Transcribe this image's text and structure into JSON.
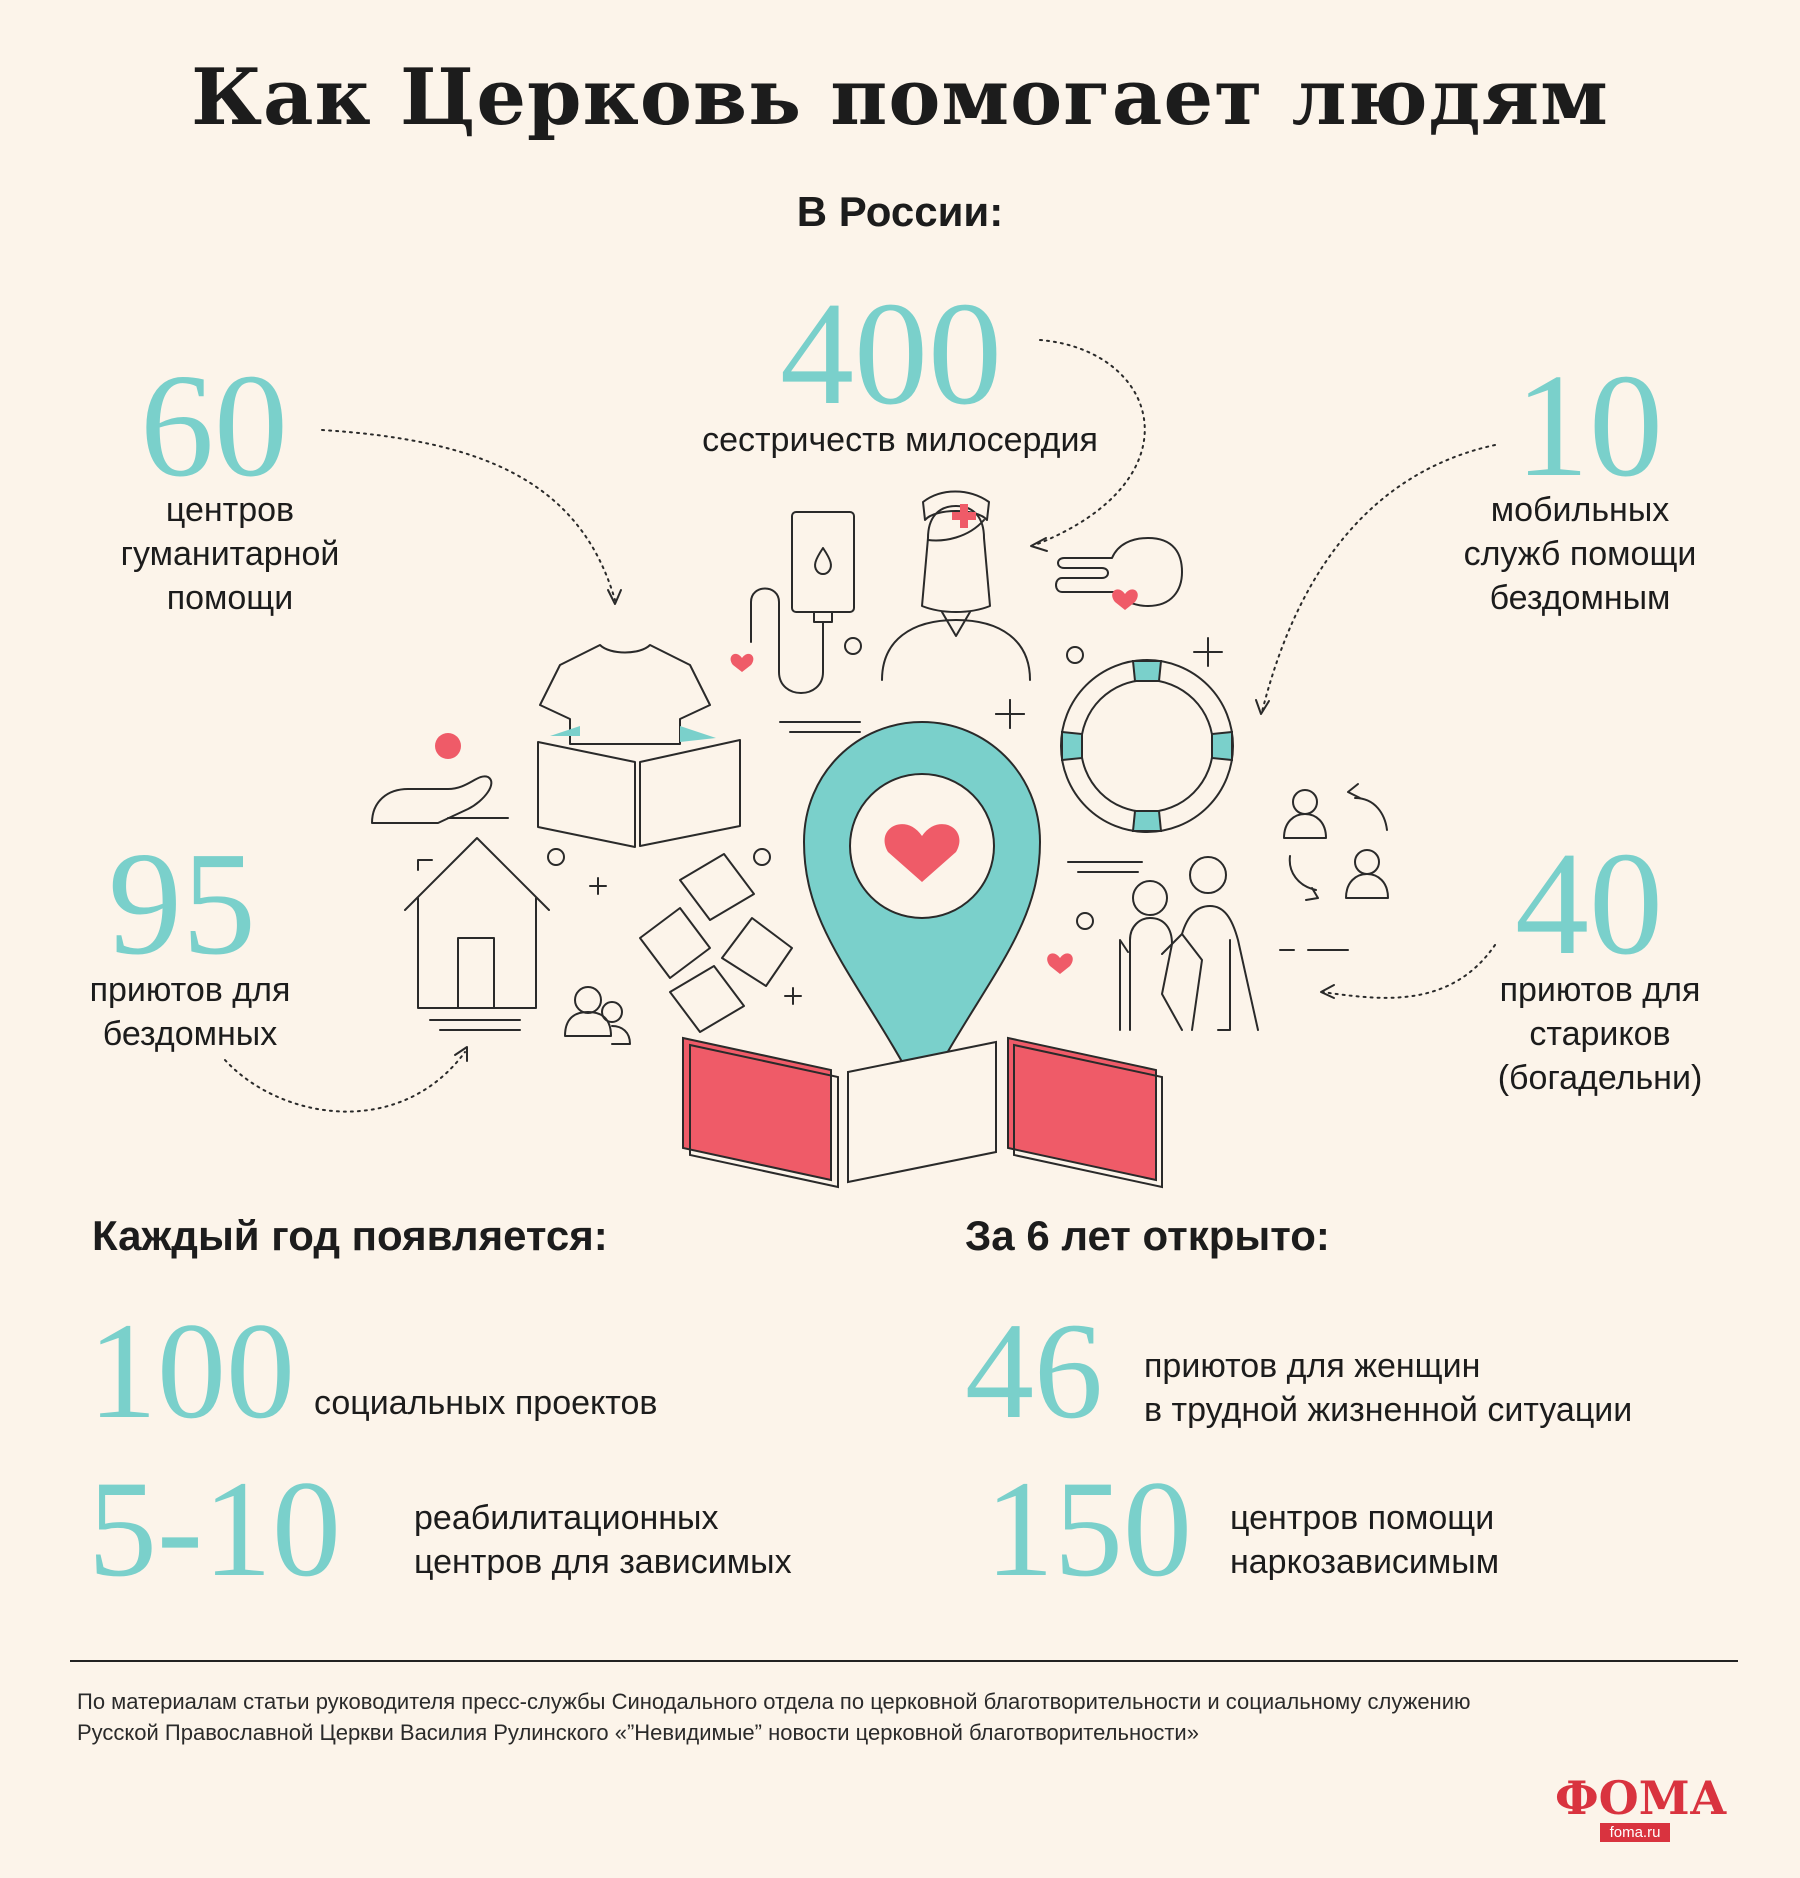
{
  "title": "Как Церковь помогает людям",
  "russia_heading": "В России:",
  "stats": {
    "mercy_sisterhoods": {
      "value": "400",
      "label": "сестричеств милосердия"
    },
    "aid_centers": {
      "value": "60",
      "label_lines": [
        "центров",
        "гуманитарной",
        "помощи"
      ]
    },
    "mobile_services": {
      "value": "10",
      "label_lines": [
        "мобильных",
        "служб помощи",
        "бездомным"
      ]
    },
    "homeless_shelters": {
      "value": "95",
      "label_lines": [
        "приютов для",
        "бездомных"
      ]
    },
    "elderly_shelters": {
      "value": "40",
      "label_lines": [
        "приютов для",
        "стариков",
        "(богадельни)"
      ]
    }
  },
  "yearly": {
    "heading": "Каждый год появляется:",
    "items": [
      {
        "value": "100",
        "label_lines": [
          "социальных проектов"
        ]
      },
      {
        "value": "5-10",
        "label_lines": [
          "реабилитационных",
          "центров для зависимых"
        ]
      }
    ]
  },
  "six_years": {
    "heading": "За 6 лет открыто:",
    "items": [
      {
        "value": "46",
        "label_lines": [
          "приютов для женщин",
          "в трудной жизненной ситуации"
        ]
      },
      {
        "value": "150",
        "label_lines": [
          "центров помощи",
          "наркозависимым"
        ]
      }
    ]
  },
  "source_lines": [
    "По материалам статьи руководителя пресс-службы Синодального отдела по церковной благотворительности и социальному служению",
    "Русской Православной Церкви Василия Рулинского «”Невидимые” новости церковной благотворительности»"
  ],
  "logo": {
    "name": "ФОМА",
    "site": "foma.ru"
  },
  "colors": {
    "background": "#fcf4ea",
    "accent_teal": "#7ad0cb",
    "accent_red": "#ef5b68",
    "text": "#1c1c1c"
  },
  "icons": [
    "map-pin-heart-icon",
    "nurse-icon",
    "iv-drip-icon",
    "tshirt-box-icon",
    "hand-heart-icon",
    "lifebuoy-icon",
    "people-exchange-icon",
    "elderly-couple-icon",
    "house-icon",
    "hands-together-icon",
    "hand-coin-icon",
    "people-icon"
  ]
}
